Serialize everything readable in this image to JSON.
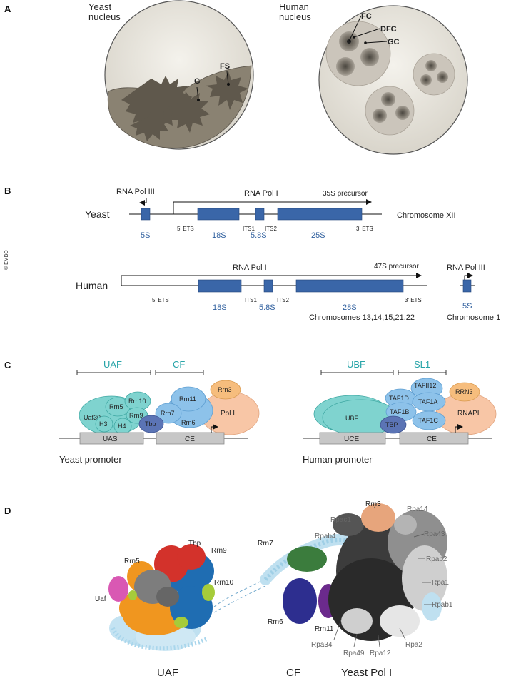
{
  "credit": "© EMBO",
  "panel_a": {
    "label": "A",
    "yeast_title_1": "Yeast",
    "yeast_title_2": "nucleus",
    "human_title_1": "Human",
    "human_title_2": "nucleus",
    "g": "G",
    "fs": "FS",
    "fc": "FC",
    "dfc": "DFC",
    "gc": "GC"
  },
  "panel_b": {
    "label": "B",
    "yeast": {
      "organism": "Yeast",
      "pol3": "RNA Pol III",
      "pol1": "RNA Pol I",
      "precursor": "35S precursor",
      "ets5": "5' ETS",
      "its1": "ITS1",
      "its2": "ITS2",
      "ets3": "3' ETS",
      "r5s": "5S",
      "r18s": "18S",
      "r58s": "5.8S",
      "r25s": "25S",
      "chromosome": "Chromosome XII"
    },
    "human": {
      "organism": "Human",
      "pol1": "RNA Pol I",
      "precursor": "47S precursor",
      "pol3": "RNA Pol III",
      "ets5": "5' ETS",
      "its1": "ITS1",
      "its2": "ITS2",
      "ets3": "3' ETS",
      "r18s": "18S",
      "r58s": "5.8S",
      "r28s": "28S",
      "r5s": "5S",
      "chromosomes": "Chromosomes 13,14,15,21,22",
      "chromosome1": "Chromosome 1"
    }
  },
  "panel_c": {
    "label": "C",
    "yeast": {
      "uaf": "UAF",
      "cf": "CF",
      "rrn5": "Rrn5",
      "rrn10": "Rrn10",
      "uaf30": "Uaf30",
      "rrn9": "Rrn9",
      "h3": "H3",
      "h4": "H4",
      "tbp": "Tbp",
      "rrn11": "Rrn11",
      "rrn7": "Rrn7",
      "rrn6": "Rrn6",
      "rrn3": "Rrn3",
      "pol1": "Pol I",
      "uas": "UAS",
      "ce": "CE",
      "caption": "Yeast promoter"
    },
    "human": {
      "ubf": "UBF",
      "sl1": "SL1",
      "ubf_protein": "UBF",
      "tafii12": "TAFII12",
      "taf1d": "TAF1D",
      "taf1a": "TAF1A",
      "taf1b": "TAF1B",
      "taf1c": "TAF1C",
      "tbp": "TBP",
      "rrn3": "RRN3",
      "rnapi": "RNAPI",
      "uce": "UCE",
      "ce": "CE",
      "caption": "Human promoter"
    }
  },
  "panel_d": {
    "label": "D",
    "tbp": "Tbp",
    "rrn9": "Rrn9",
    "rrn5": "Rrn5",
    "rrn10": "Rrn10",
    "uaf": "Uaf",
    "rrn7": "Rrn7",
    "rrn6": "Rrn6",
    "rrn11": "Rrn11",
    "rrn3": "Rrn3",
    "rpa14": "Rpa14",
    "rpac1": "Rpac1",
    "rpa43": "Rpa43",
    "rpab4": "Rpab4",
    "rpab2": "Rpab2",
    "rpa1": "Rpa1",
    "rpab1": "Rpab1",
    "rpa34": "Rpa34",
    "rpa2": "Rpa2",
    "rpa49": "Rpa49",
    "rpa12": "Rpa12",
    "caption_uaf": "UAF",
    "caption_cf": "CF",
    "caption_pol": "Yeast Pol I"
  },
  "colors": {
    "rdna_box": "#3a66a8",
    "label_blue": "#2f5f9e",
    "teal": "#27a4a8",
    "nucleus_fill": "#efece4",
    "nucleolus_dark": "#6e665a",
    "uaf_teal": "#7fd3cf",
    "cf_blue": "#8dc2ea",
    "tbp_blue": "#5b74b5",
    "rrn3_orange": "#f6bd7d",
    "pol1_salmon": "#f8c6a6",
    "tbp_red": "#d3322b",
    "rrn9_blue": "#1f6db2",
    "rrn5_orange": "#f0961f",
    "rrn10_green": "#a6cc3a",
    "uaf_pink": "#d958b3",
    "rrn7_green": "#3b7c3d",
    "rrn6_navy": "#2d2e8f",
    "rrn11_purple": "#6b2a8c"
  }
}
